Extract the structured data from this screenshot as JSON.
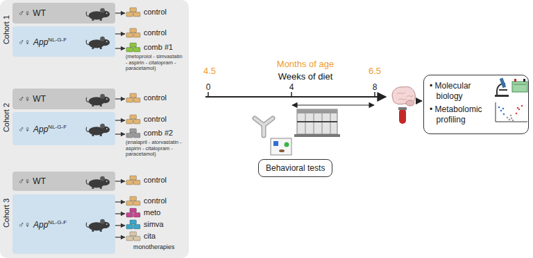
{
  "diagram": {
    "nodes": [
      {
        "text": [
          "♂♀ WT"
        ]
      },
      {
        "text": [
          "control"
        ]
      },
      {
        "text": [
          "♂♀",
          "App",
          "NL-G-F"
        ]
      },
      {
        "text": [
          "control"
        ]
      },
      {
        "text": [
          "comb #1",
          "(metoprolol - simvastatin - aspirin - citalopram - paracetamol)"
        ]
      },
      {
        "text": [
          "♂♀ WT"
        ]
      },
      {
        "text": [
          "control"
        ]
      },
      {
        "text": [
          "♂♀",
          "App",
          "NL-G-F"
        ]
      },
      {
        "text": [
          "control"
        ]
      },
      {
        "text": [
          "comb #2",
          "(enalapril - atorvastatin - aspirin - citalopram - paracetamol)"
        ]
      },
      {
        "text": [
          "♂♀ WT"
        ]
      },
      {
        "text": [
          "control"
        ]
      },
      {
        "text": [
          "♂♀",
          "App",
          "NL-G-F"
        ]
      },
      {
        "text": [
          "control"
        ]
      },
      {
        "text": [
          "meto"
        ]
      },
      {
        "text": [
          "simva"
        ]
      },
      {
        "text": [
          "cita"
        ]
      },
      {
        "text": [
          "Behavioral tests"
        ]
      },
      {
        "text": [
          "• Molecular biology",
          "• Metabolomic profiling"
        ]
      }
    ],
    "edges": [
      {
        "from": 0,
        "to": 1,
        "arrow": "to"
      },
      {
        "from": 2,
        "to": 3,
        "arrow": "to"
      },
      {
        "from": 2,
        "to": 4,
        "arrow": "to"
      },
      {
        "from": 5,
        "to": 6,
        "arrow": "to"
      },
      {
        "from": 7,
        "to": 8,
        "arrow": "to"
      },
      {
        "from": 7,
        "to": 9,
        "arrow": "to"
      },
      {
        "from": 10,
        "to": 11,
        "arrow": "to"
      },
      {
        "from": 12,
        "to": 13,
        "arrow": "to"
      },
      {
        "from": 12,
        "to": 14,
        "arrow": "to"
      },
      {
        "from": 12,
        "to": 15,
        "arrow": "to"
      },
      {
        "from": 12,
        "to": 16,
        "arrow": "to"
      }
    ],
    "labels": [
      "Cohort 1",
      "Cohort 2",
      "Cohort 3",
      "monotherapies",
      "4.5",
      "Months of age",
      "Weeks of diet",
      "0",
      "4",
      "8",
      "6.5"
    ]
  }
}
